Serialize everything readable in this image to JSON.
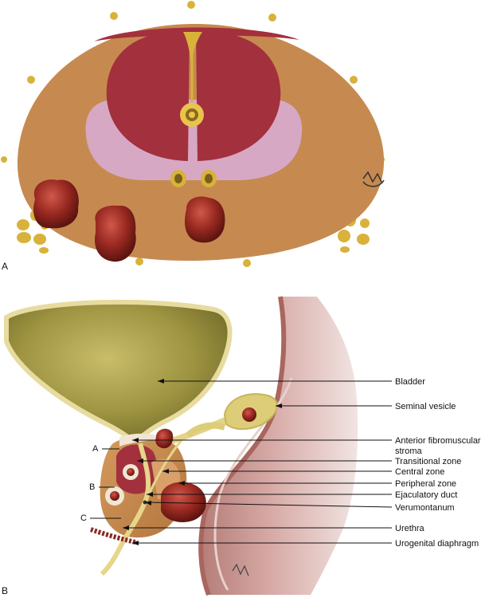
{
  "panels": {
    "a": "A",
    "b": "B"
  },
  "section_markers": [
    "A",
    "B",
    "C"
  ],
  "labels": [
    {
      "id": "bladder",
      "lines": [
        "Bladder"
      ]
    },
    {
      "id": "seminal-vesicle",
      "lines": [
        "Seminal vesicle"
      ]
    },
    {
      "id": "anterior-fibromuscular-stroma",
      "lines": [
        "Anterior fibromuscular",
        "stroma"
      ]
    },
    {
      "id": "transitional-zone",
      "lines": [
        "Transitional zone"
      ]
    },
    {
      "id": "central-zone",
      "lines": [
        "Central zone"
      ]
    },
    {
      "id": "peripheral-zone",
      "lines": [
        "Peripheral zone"
      ]
    },
    {
      "id": "ejaculatory-duct",
      "lines": [
        "Ejaculatory duct"
      ]
    },
    {
      "id": "verumontanum",
      "lines": [
        "Verumontanum"
      ]
    },
    {
      "id": "urethra",
      "lines": [
        "Urethra"
      ]
    },
    {
      "id": "urogenital-diaphragm",
      "lines": [
        "Urogenital diaphragm"
      ]
    }
  ],
  "colors": {
    "prostate": "#c68a50",
    "zone_red": "#a3303d",
    "zone_pink": "#d7a8c4",
    "vessel_yellow": "#d8b23a",
    "bladder_wall": "#e8dba0",
    "rectum": "#c98f8c",
    "tumor": "#9a2a22"
  }
}
